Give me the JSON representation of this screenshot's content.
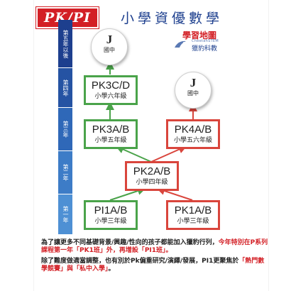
{
  "header": {
    "code": "PK/PI",
    "title": "小學資優數學"
  },
  "subtitle": "學習地圖",
  "logo": {
    "small_text": "CheetahSTEM",
    "name": "獵豹科教",
    "icon": "cheetah-logo-icon"
  },
  "years": [
    {
      "label": "第五年以後",
      "color": "#1d3f8e"
    },
    {
      "label": "第四年",
      "color": "#2553a3"
    },
    {
      "label": "第三年",
      "color": "#2f68b8"
    },
    {
      "label": "第二年",
      "color": "#3d7cc7"
    },
    {
      "label": "第一年",
      "color": "#4e90d4"
    }
  ],
  "circles": [
    {
      "letter": "J",
      "school": "國中"
    },
    {
      "letter": "J",
      "school": "國中"
    }
  ],
  "courses": {
    "pk3cd": {
      "code": "PK3C/D",
      "grade": "小學六年級",
      "color": "green"
    },
    "pk3ab": {
      "code": "PK3A/B",
      "grade": "小學五年級",
      "color": "green"
    },
    "pk4ab": {
      "code": "PK4A/B",
      "grade": "小學五六年級",
      "color": "red"
    },
    "pk2ab": {
      "code": "PK2A/B",
      "grade": "小學四年級",
      "color": "red"
    },
    "pi1ab": {
      "code": "PI1A/B",
      "grade": "小學三年級",
      "color": "green"
    },
    "pk1ab": {
      "code": "PK1A/B",
      "grade": "小學三年級",
      "color": "red"
    }
  },
  "notes": {
    "p1_a": "為了讓更多不同基礎背景/興趣/性向的孩子都能加入獵豹行列，",
    "p1_b": "今年特別在P系列課程第一年「PK1班」外，再增設「PI1班」。",
    "p2_a": "除了難度做適當調整，也有別於Pk偏重研究/演繹/發展，PI1更聚焦於",
    "p2_b": "「熱門數學競賽」與「私中入學」",
    "p2_c": "。"
  },
  "colors": {
    "accent_red": "#d31f25",
    "arrow_green": "#4aa34a",
    "arrow_red": "#d9453c",
    "navy": "#1d3f8e"
  }
}
